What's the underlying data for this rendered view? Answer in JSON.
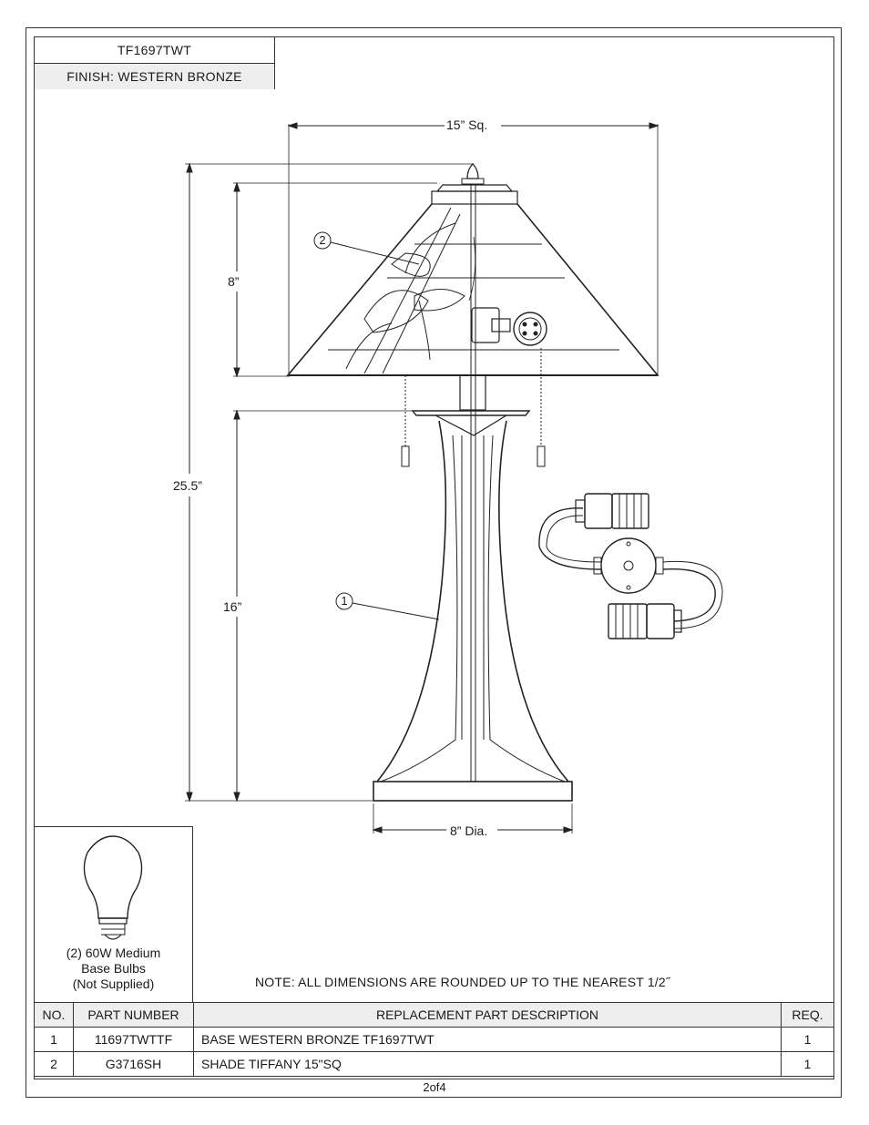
{
  "title_block": {
    "model": "TF1697TWT",
    "finish": "FINISH: WESTERN BRONZE"
  },
  "dimensions": {
    "shade_width": "15” Sq.",
    "shade_height": "8”",
    "overall_height": "25.5”",
    "base_height": "16”",
    "base_diameter": "8” Dia."
  },
  "callouts": [
    "1",
    "2"
  ],
  "bulb": {
    "line1": "(2) 60W Medium",
    "line2": "Base Bulbs",
    "line3": "(Not Supplied)"
  },
  "note": "NOTE:  ALL DIMENSIONS ARE ROUNDED UP TO THE NEAREST  1/2˝",
  "parts_table": {
    "headers": {
      "no": "NO.",
      "part_number": "PART NUMBER",
      "description": "REPLACEMENT PART DESCRIPTION",
      "req": "REQ."
    },
    "rows": [
      {
        "no": "1",
        "part_number": "11697TWTTF",
        "description": "BASE WESTERN BRONZE TF1697TWT",
        "req": "1"
      },
      {
        "no": "2",
        "part_number": "G3716SH",
        "description": "SHADE TIFFANY 15\"SQ",
        "req": "1"
      }
    ]
  },
  "page": "2of4"
}
